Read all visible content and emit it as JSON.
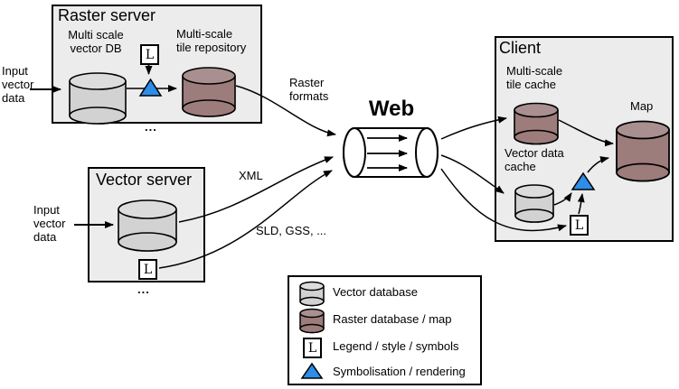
{
  "colors": {
    "background": "#ffffff",
    "box_fill": "#ececec",
    "box_border": "#000000",
    "vector_db_body": "#d2d2d2",
    "vector_db_top": "#dcdcdc",
    "raster_db_body": "#9d7c7c",
    "raster_db_top": "#a98f8f",
    "symbolisation_blue": "#2d8de8"
  },
  "external": {
    "input_top": "Input\nvector\ndata",
    "input_bottom": "Input\nvector\ndata"
  },
  "raster_server": {
    "title": "Raster server",
    "vector_db_label": "Multi scale\nvector DB",
    "tile_repository_label": "Multi-scale\ntile repository",
    "ellipsis": "..."
  },
  "vector_server": {
    "title": "Vector server",
    "ellipsis": "..."
  },
  "flows": {
    "raster_formats": "Raster\nformats",
    "xml": "XML",
    "sld": "SLD, GSS, ..."
  },
  "web": {
    "label": "Web"
  },
  "client": {
    "title": "Client",
    "tile_cache_label": "Multi-scale\ntile cache",
    "vector_cache_label": "Vector data\ncache",
    "map_label": "Map"
  },
  "symbols": {
    "legend_letter": "L"
  },
  "legend": {
    "items": [
      {
        "icon": "vector-database-cylinder",
        "label": "Vector database"
      },
      {
        "icon": "raster-database-cylinder",
        "label": "Raster database / map"
      },
      {
        "icon": "legend-symbol-box",
        "label": "Legend / style / symbols"
      },
      {
        "icon": "symbolisation-triangle",
        "label": "Symbolisation / rendering"
      }
    ]
  }
}
